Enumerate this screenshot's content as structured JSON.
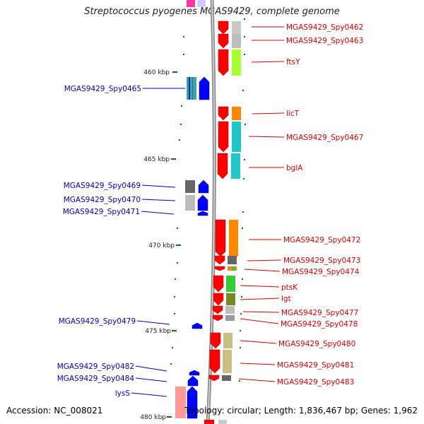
{
  "title": "Streptococcus pyogenes MGAS9429, complete genome",
  "footer": {
    "accession": "Accession: NC_008021",
    "summary": "Topology: circular; Length: 1,836,467 bp; Genes: 1,962"
  },
  "scale_labels": [
    "460 kbp",
    "465 kbp",
    "470 kbp",
    "475 kbp",
    "480 kbp"
  ],
  "colors": {
    "forward_label": "#e00000",
    "reverse_label": "#0000cc",
    "forward_gene": "#ff0000",
    "reverse_gene": "#0000ff",
    "tick": "#007700"
  },
  "forward_genes": [
    "MGAS9429_Spy0462",
    "MGAS9429_Spy0463",
    "ftsY",
    "licT",
    "MGAS9429_Spy0467",
    "bglA",
    "MGAS9429_Spy0472",
    "MGAS9429_Spy0473",
    "MGAS9429_Spy0474",
    "ptsK",
    "lgt",
    "MGAS9429_Spy0477",
    "MGAS9429_Spy0478",
    "MGAS9429_Spy0480",
    "MGAS9429_Spy0481",
    "MGAS9429_Spy0483"
  ],
  "reverse_genes": [
    "MGAS9429_Spy0465",
    "MGAS9429_Spy0469",
    "MGAS9429_Spy0470",
    "MGAS9429_Spy0471",
    "MGAS9429_Spy0479",
    "MGAS9429_Spy0482",
    "MGAS9429_Spy0484",
    "lysS"
  ]
}
